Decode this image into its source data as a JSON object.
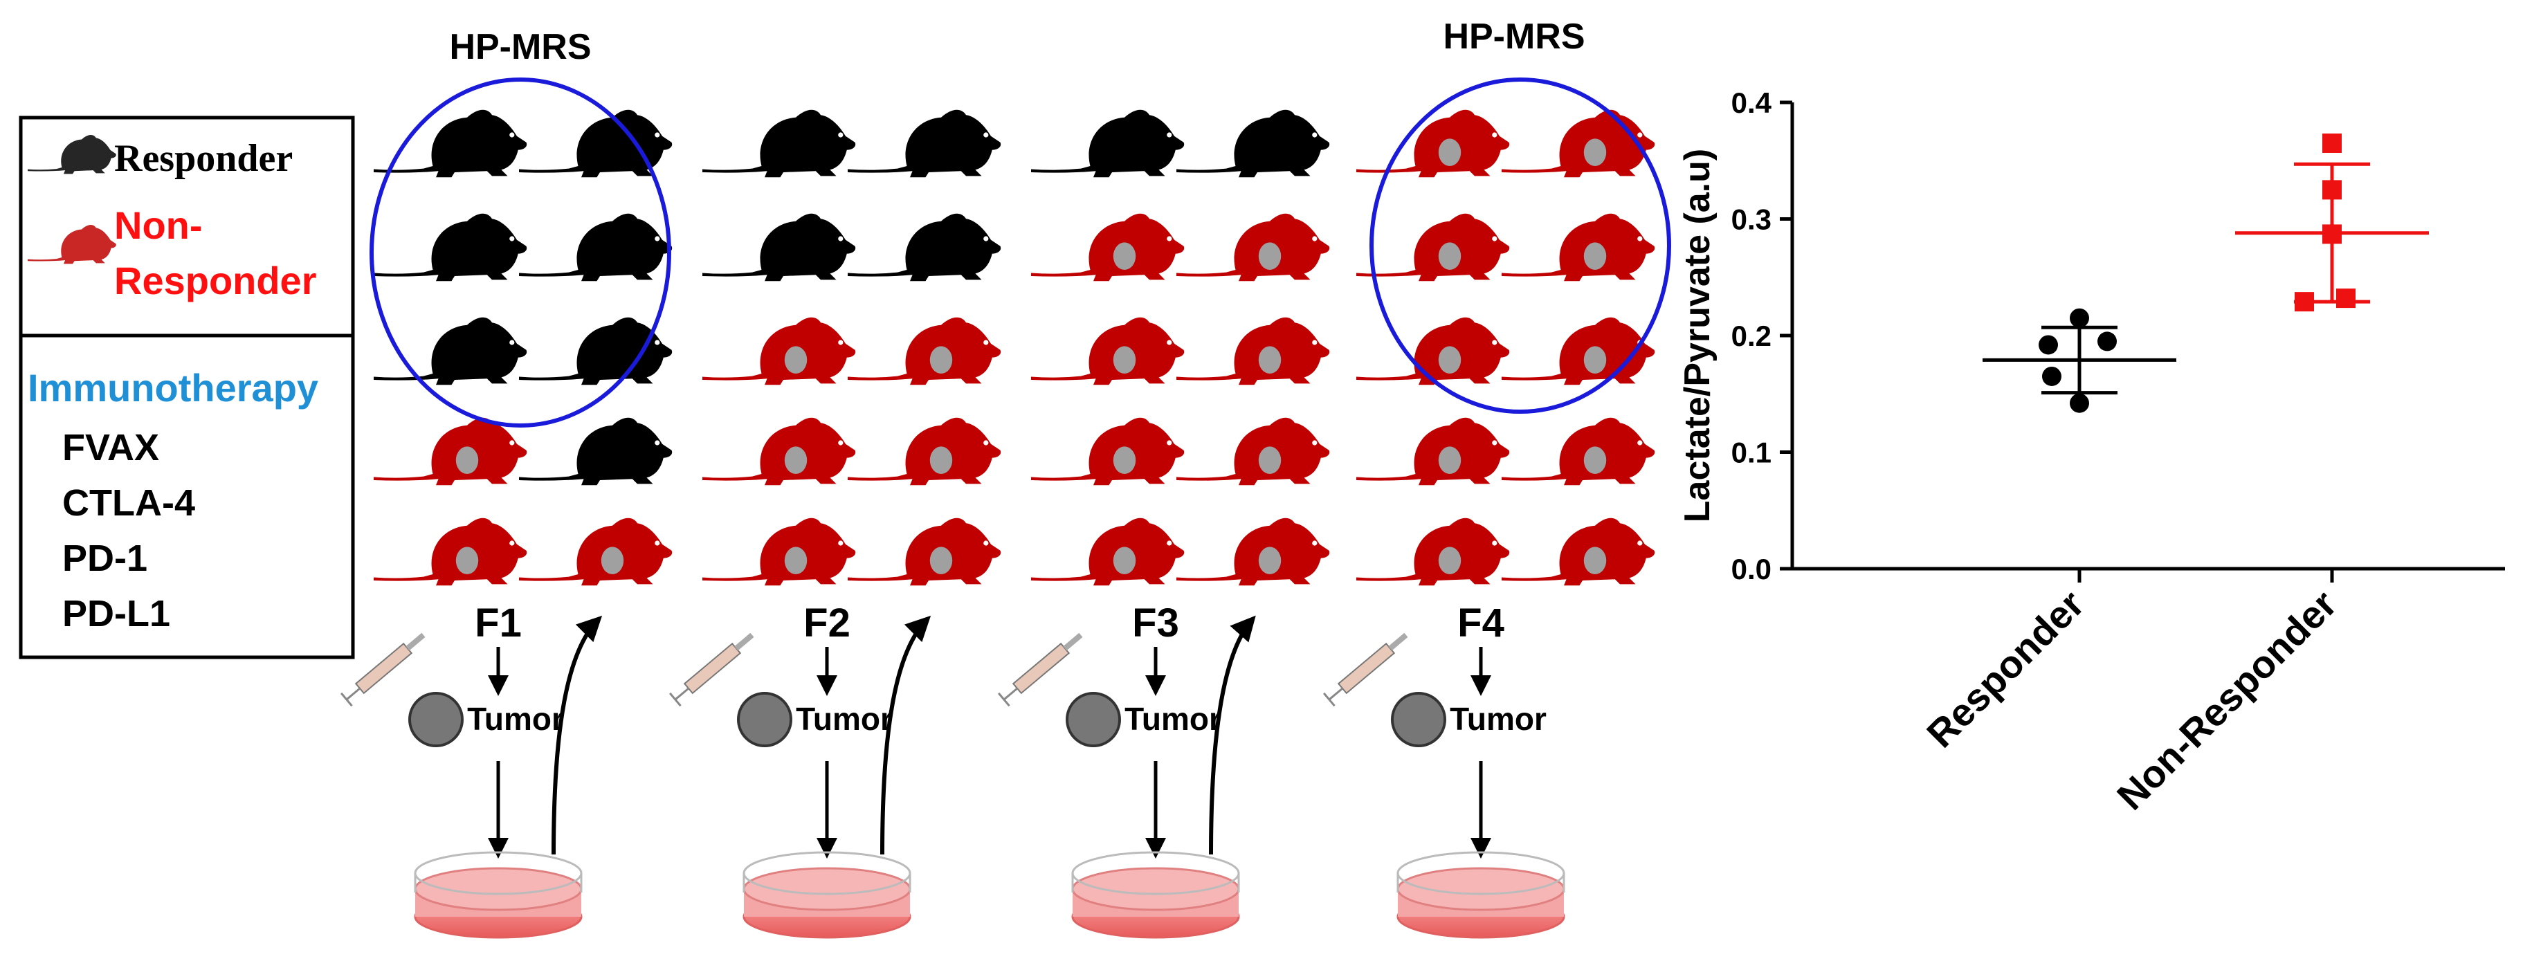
{
  "legend": {
    "responder_label": "Responder",
    "non_responder_line1": "Non-",
    "non_responder_line2": "Responder",
    "immunotherapy_title": "Immunotherapy",
    "therapies": [
      "FVAX",
      "CTLA-4",
      "PD-1",
      "PD-L1"
    ]
  },
  "diagram": {
    "hp_mrs_label": "HP-MRS",
    "tumor_label": "Tumor",
    "generations": [
      "F1",
      "F2",
      "F3",
      "F4"
    ],
    "responder_counts": [
      7,
      4,
      2,
      0
    ],
    "total_mice_per_generation": 10
  },
  "chart_data": {
    "type": "scatter",
    "ylabel": "Lactate/Pyruvate (a.u)",
    "categories": [
      "Responder",
      "Non-Responder"
    ],
    "ylim": [
      0,
      0.4
    ],
    "yticks": [
      "0.0",
      "0.1",
      "0.2",
      "0.3",
      "0.4"
    ],
    "series": [
      {
        "category": "Responder",
        "marker": "circle",
        "color": "#000000",
        "values": [
          0.215,
          0.195,
          0.192,
          0.165,
          0.142
        ],
        "mean": 0.179,
        "sd_upper": 0.207,
        "sd_lower": 0.151
      },
      {
        "category": "Non-Responder",
        "marker": "square",
        "color": "#ee1111",
        "values": [
          0.365,
          0.325,
          0.287,
          0.232,
          0.229
        ],
        "mean": 0.288,
        "sd_upper": 0.347,
        "sd_lower": 0.229
      }
    ]
  },
  "colors": {
    "responder": "#000000",
    "non_responder": "#c00000",
    "circle_outline": "#1a1adb",
    "immunotherapy_title": "#1f8fd6",
    "non_responder_text": "#ff1010",
    "dish": "#f08080"
  }
}
